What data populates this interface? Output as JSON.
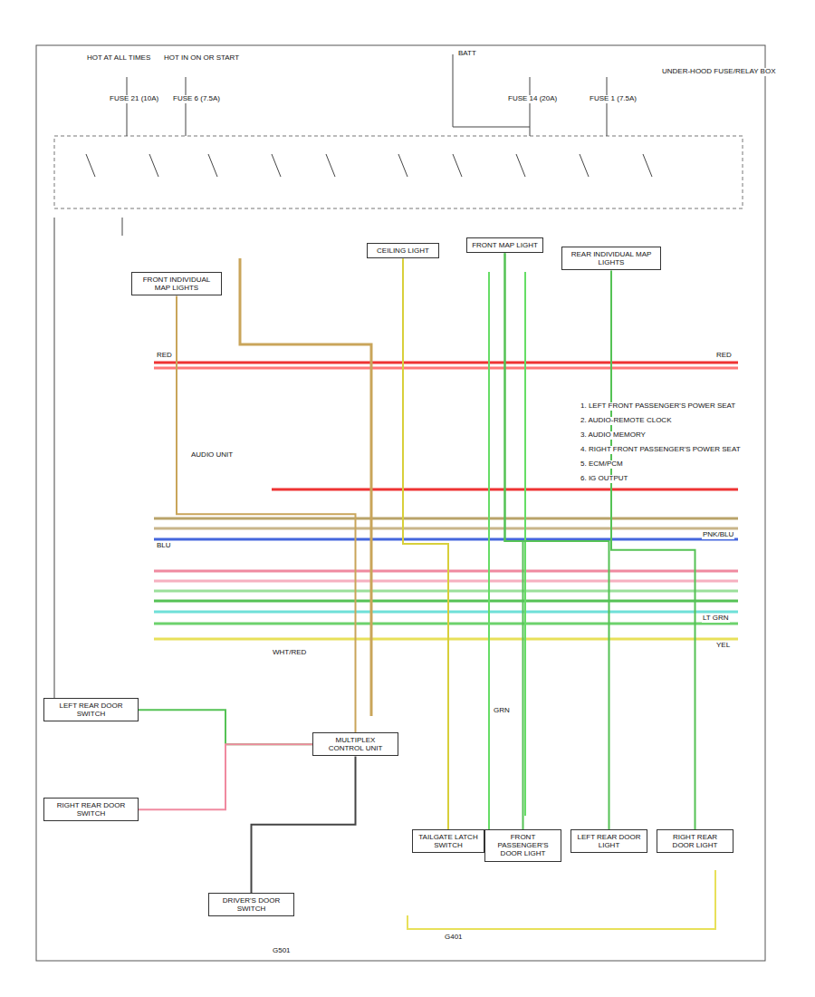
{
  "diagram": {
    "nodes": [
      {
        "text": [
          "FRONT INDIVIDUAL MAP LIGHTS"
        ]
      },
      {
        "text": [
          "CEILING LIGHT"
        ]
      },
      {
        "text": [
          "FRONT MAP LIGHT"
        ]
      },
      {
        "text": [
          "REAR INDIVIDUAL MAP LIGHTS"
        ]
      },
      {
        "text": [
          "LEFT REAR DOOR SWITCH"
        ]
      },
      {
        "text": [
          "RIGHT REAR DOOR SWITCH"
        ]
      },
      {
        "text": [
          "MULTIPLEX CONTROL UNIT"
        ]
      },
      {
        "text": [
          "DRIVER'S DOOR SWITCH"
        ]
      },
      {
        "text": [
          "TAILGATE LATCH SWITCH"
        ]
      },
      {
        "text": [
          "FRONT PASSENGER'S DOOR LIGHT"
        ]
      },
      {
        "text": [
          "LEFT REAR DOOR LIGHT"
        ]
      },
      {
        "text": [
          "RIGHT REAR DOOR LIGHT"
        ]
      }
    ],
    "edges": [
      {
        "from": 0,
        "to": 6,
        "arrow": "none"
      },
      {
        "from": 4,
        "to": 6,
        "arrow": "none"
      },
      {
        "from": 5,
        "to": 6,
        "arrow": "none"
      },
      {
        "from": 6,
        "to": 7,
        "arrow": "none"
      },
      {
        "from": 1,
        "to": 8,
        "arrow": "none"
      },
      {
        "from": 2,
        "to": 9,
        "arrow": "none"
      },
      {
        "from": 2,
        "to": 10,
        "arrow": "none"
      },
      {
        "from": 3,
        "to": 11,
        "arrow": "none"
      }
    ],
    "labels": [
      "HOT AT ALL TIMES",
      "HOT IN ON OR START",
      "FUSE 21 (10A)",
      "FUSE 6 (7.5A)",
      "BATT",
      "FUSE 14 (20A)",
      "FUSE 1 (7.5A)",
      "RED",
      "RED",
      "1. LEFT FRONT PASSENGER'S POWER SEAT",
      "2. AUDIO-REMOTE CLOCK",
      "3. AUDIO MEMORY",
      "4. RIGHT FRONT PASSENGER'S POWER SEAT",
      "5. ECM/PCM",
      "6. IG OUTPUT",
      "AUDIO UNIT",
      "BLU",
      "PNK/BLU",
      "YEL",
      "LT GRN",
      "GRN",
      "WHT/RED",
      "G401",
      "G501",
      "UNDER-HOOD FUSE/RELAY BOX"
    ]
  }
}
